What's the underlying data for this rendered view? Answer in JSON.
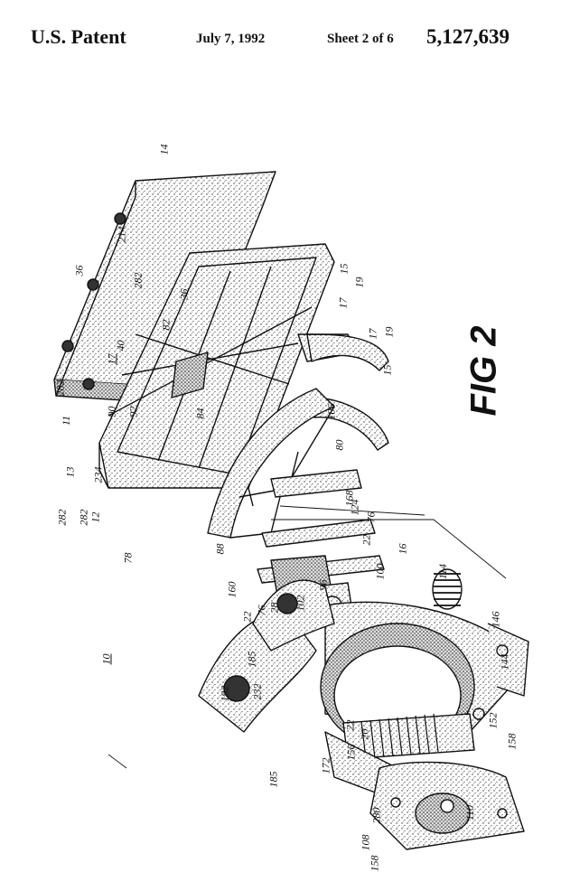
{
  "header": {
    "office": "U.S. Patent",
    "date": "July 7, 1992",
    "sheet": "Sheet 2 of 6",
    "patent_number": "5,127,639"
  },
  "figure": {
    "title": "FIG 2",
    "labels": {
      "l10": "10",
      "l11": "11",
      "l12": "12",
      "l13": "13",
      "l14": "14",
      "l15a": "15",
      "l15b": "15",
      "l16": "16",
      "l17a": "17",
      "l17b": "17",
      "l17c": "17",
      "l19a": "19",
      "l19b": "19",
      "l20": "20",
      "l22a": "22",
      "l22b": "22",
      "l22c": "22",
      "l28": "28",
      "l36a": "36",
      "l36b": "36",
      "l40": "40",
      "l76a": "76",
      "l76b": "76",
      "l78": "78",
      "l80": "80",
      "l82": "82",
      "l84": "84",
      "l88": "88",
      "l90": "90",
      "l92": "92",
      "l96": "96",
      "l100": "100",
      "l102": "102",
      "l106": "106",
      "l108": "108",
      "l110": "110",
      "l114": "114",
      "l124": "124",
      "l144": "144",
      "l146": "146",
      "l152": "152",
      "l156": "156",
      "l158a": "158",
      "l158b": "158",
      "l160": "160",
      "l168": "168",
      "l172": "172",
      "l185a": "185",
      "l185b": "185",
      "l192": "192",
      "l214": "214",
      "l232": "232",
      "l234": "234",
      "l280": "280",
      "l282a": "282",
      "l282b": "282",
      "l282c": "282",
      "l282d": "282"
    }
  }
}
